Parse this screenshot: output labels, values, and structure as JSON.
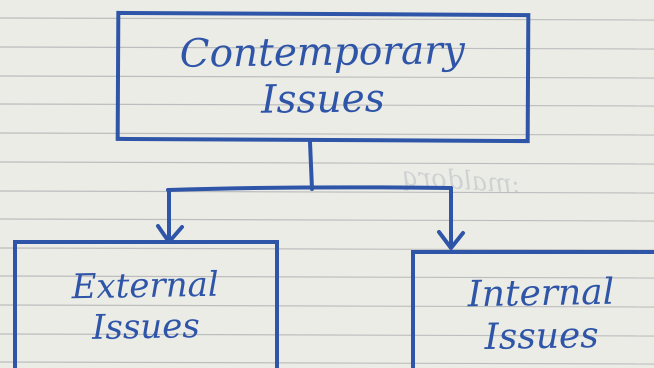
{
  "diagram": {
    "ink_color": "#2f55a8",
    "paper_line_color": "#bcbdbd",
    "background_color": "#ecece7",
    "nodes": [
      {
        "id": "root",
        "label": "Contemporary\nIssues"
      },
      {
        "id": "external",
        "label": "External\nIssues"
      },
      {
        "id": "internal",
        "label": "Internal\nIssues"
      }
    ],
    "edges": [
      {
        "from": "root",
        "to": "external"
      },
      {
        "from": "root",
        "to": "internal"
      }
    ]
  }
}
